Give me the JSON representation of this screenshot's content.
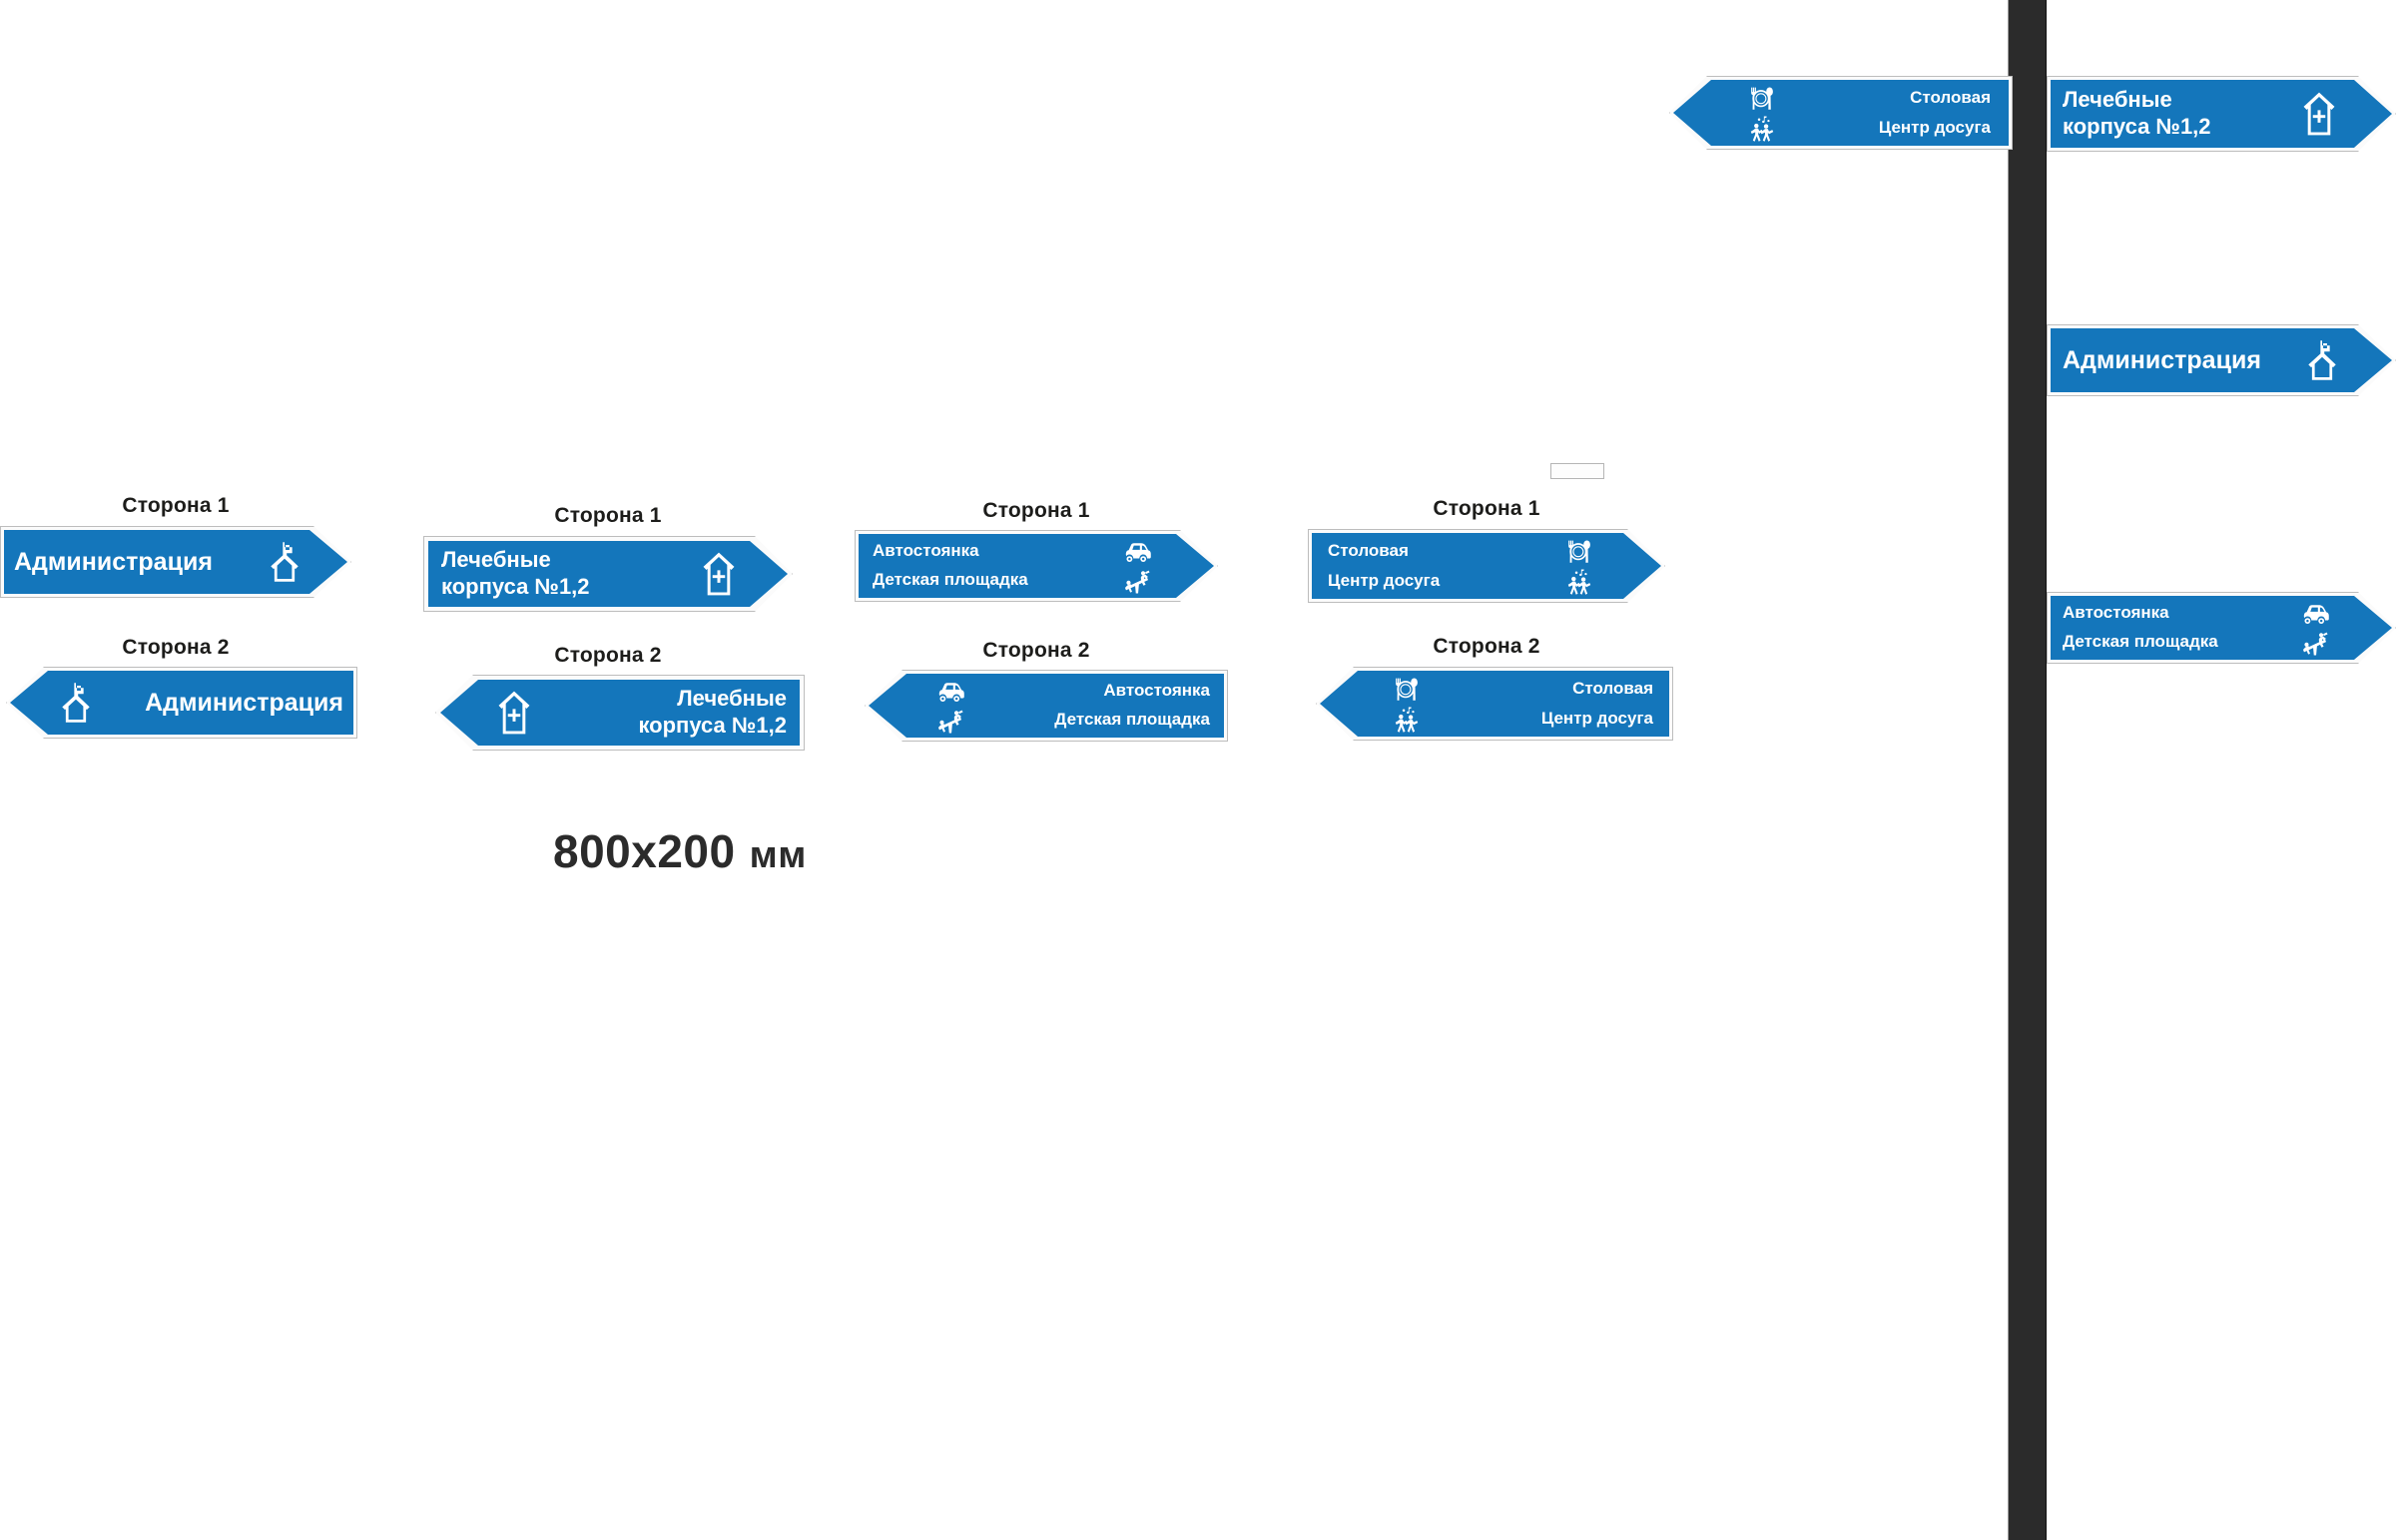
{
  "page": {
    "background": "#ffffff",
    "sign_blue": "#1476bb",
    "sign_text_color": "#ffffff",
    "pole_color": "#2b2b2b",
    "label_color": "#1d1d1b",
    "dimension_text": "800x200",
    "dimension_unit": "мм"
  },
  "labels": {
    "side1": "Сторона 1",
    "side2": "Сторона 2"
  },
  "signs": {
    "administration": {
      "lines": [
        "Администрация"
      ],
      "icons": [
        "administration-house-flag-icon"
      ]
    },
    "medical": {
      "lines": [
        "Лечебные",
        "корпуса №1,2"
      ],
      "icons": [
        "hospital-house-cross-icon"
      ]
    },
    "parking_playground": {
      "lines": [
        "Автостоянка",
        "Детская площадка"
      ],
      "icons": [
        "car-icon",
        "seesaw-playground-icon"
      ]
    },
    "canteen_leisure": {
      "lines": [
        "Столовая",
        "Центр досуга"
      ],
      "icons": [
        "cutlery-plate-icon",
        "dancing-people-music-icon"
      ]
    }
  },
  "groups": [
    {
      "key": "administration",
      "side1_label": "Сторона 1",
      "side2_label": "Сторона 2",
      "side1_direction": "right",
      "side2_direction": "left"
    },
    {
      "key": "medical",
      "side1_label": "Сторона 1",
      "side2_label": "Сторона 2",
      "side1_direction": "right",
      "side2_direction": "left"
    },
    {
      "key": "parking_playground",
      "side1_label": "Сторона 1",
      "side2_label": "Сторона 2",
      "side1_direction": "right",
      "side2_direction": "left"
    },
    {
      "key": "canteen_leisure",
      "side1_label": "Сторона 1",
      "side2_label": "Сторона 2",
      "side1_direction": "right",
      "side2_direction": "left"
    }
  ],
  "pole_signs": [
    {
      "key": "canteen_leisure",
      "direction": "left",
      "position": "top-left-of-pole"
    },
    {
      "key": "medical",
      "direction": "right",
      "position": "top-right-of-pole"
    },
    {
      "key": "administration",
      "direction": "right",
      "position": "middle-right-of-pole"
    },
    {
      "key": "parking_playground",
      "direction": "right",
      "position": "bottom-right-of-pole"
    }
  ]
}
